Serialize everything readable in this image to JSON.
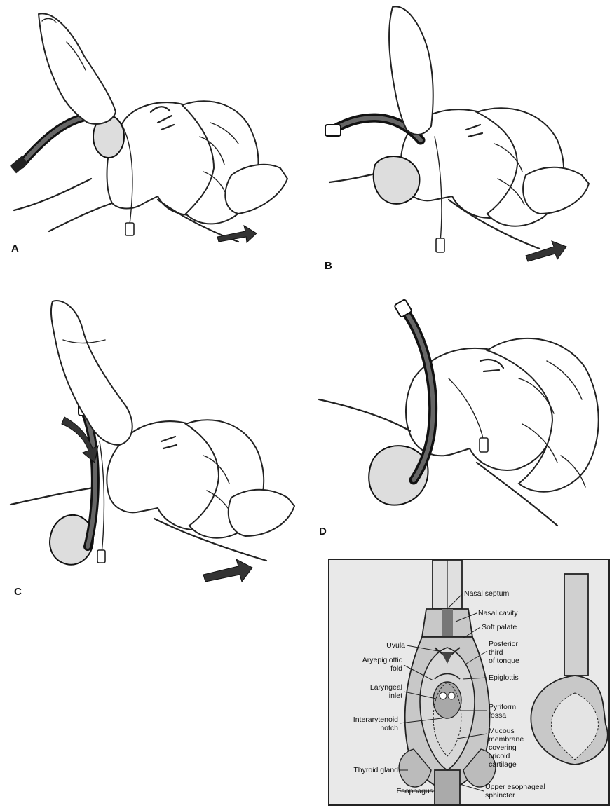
{
  "panels": {
    "a": "A",
    "b": "B",
    "c": "C",
    "d": "D"
  },
  "inset": {
    "labels": {
      "nasal_septum": "Nasal septum",
      "nasal_cavity": "Nasal cavity",
      "soft_palate": "Soft palate",
      "posterior_third_1": "Posterior",
      "posterior_third_2": "third",
      "posterior_third_3": "of tongue",
      "uvula": "Uvula",
      "aryepiglottic_1": "Aryepiglottic",
      "aryepiglottic_2": "fold",
      "epiglottis": "Epiglottis",
      "laryngeal_1": "Laryngeal",
      "laryngeal_2": "inlet",
      "pyriform_1": "Pyriform",
      "pyriform_2": "fossa",
      "interarytenoid_1": "Interarytenoid",
      "interarytenoid_2": "notch",
      "mucous_1": "Mucous",
      "mucous_2": "membrane",
      "mucous_3": "covering",
      "mucous_4": "cricoid",
      "mucous_5": "cartilage",
      "thyroid_gland": "Thyroid gland",
      "esophagus": "Esophagus",
      "upper_esophageal_1": "Upper esophageal",
      "upper_esophageal_2": "sphincter"
    }
  },
  "colors": {
    "ink": "#222222",
    "inset_bg": "#e9e9e9",
    "tissue": "#c8c8c8",
    "tube": "#555555"
  }
}
